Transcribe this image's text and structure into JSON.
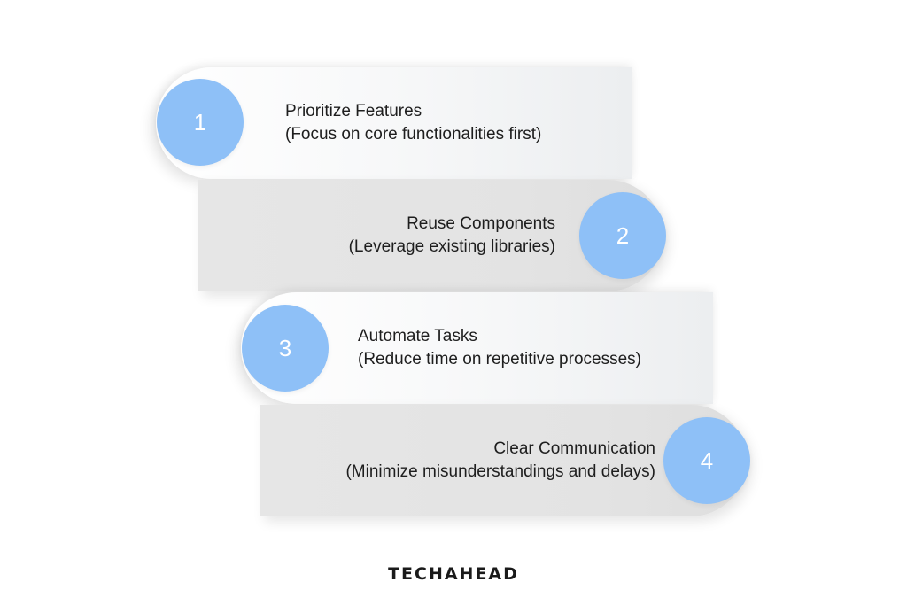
{
  "steps": [
    {
      "number": "1",
      "title": "Prioritize Features",
      "subtitle": "(Focus on core functionalities first)"
    },
    {
      "number": "2",
      "title": "Reuse Components",
      "subtitle": "(Leverage existing libraries)"
    },
    {
      "number": "3",
      "title": "Automate Tasks",
      "subtitle": "(Reduce time on repetitive processes)"
    },
    {
      "number": "4",
      "title": "Clear Communication",
      "subtitle": "(Minimize misunderstandings and delays)"
    }
  ],
  "brand": {
    "logo_text": "TECHAHEAD"
  },
  "colors": {
    "circle": "#8ec0f7",
    "card_light": "#f4f5f6",
    "card_dark": "#e3e3e3",
    "text": "#1e1e1e"
  }
}
